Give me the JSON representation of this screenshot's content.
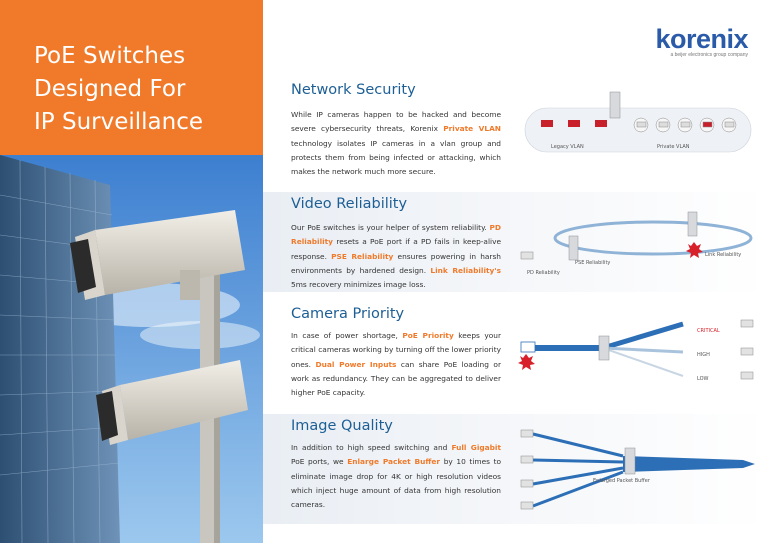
{
  "hero": {
    "line1": "PoE Switches",
    "line2": "Designed For",
    "line3": "IP Surveillance"
  },
  "logo": {
    "word": "korenix",
    "tagline": "a beijer electronics group company"
  },
  "colors": {
    "orange": "#f07a2a",
    "blue": "#1d5f95",
    "logo_blue": "#2a5aa8",
    "alert_red": "#d8202a"
  },
  "sections": [
    {
      "title": "Network Security",
      "body": [
        {
          "t": "While IP cameras happen to be hacked and become severe cybersecurity threats, Korenix "
        },
        {
          "t": "Private VLAN",
          "hl": true
        },
        {
          "t": " technology isolates IP cameras in a vlan group and protects them from being infected or attacking, which makes the network much more secure."
        }
      ],
      "diagram": {
        "legacy_label": "Legacy VLAN",
        "private_label": "Private VLAN"
      }
    },
    {
      "title": "Video Reliability",
      "body": [
        {
          "t": "Our PoE switches is your helper of system reliability. "
        },
        {
          "t": "PD Reliability",
          "hl": true
        },
        {
          "t": " resets a PoE port if a PD fails in keep-alive response. "
        },
        {
          "t": "PSE Reliability",
          "hl": true
        },
        {
          "t": " ensures powering in harsh environments by hardened design. "
        },
        {
          "t": "Link Reliability's",
          "hl": true
        },
        {
          "t": " 5ms recovery minimizes image loss."
        }
      ],
      "diagram": {
        "pd_label": "PD Reliability",
        "pse_label": "PSE Reliability",
        "link_label": "Link Reliability"
      }
    },
    {
      "title": "Camera Priority",
      "body": [
        {
          "t": "In case of power shortage, "
        },
        {
          "t": "PoE Priority",
          "hl": true
        },
        {
          "t": " keeps your critical cameras working by turning off the lower priority ones. "
        },
        {
          "t": "Dual Power Inputs",
          "hl": true
        },
        {
          "t": " can share PoE loading or work as redundancy. They can be aggregated to deliver higher PoE capacity."
        }
      ],
      "diagram": {
        "critical_label": "CRITICAL",
        "high_label": "HIGH",
        "low_label": "LOW"
      }
    },
    {
      "title": "Image Quality",
      "body": [
        {
          "t": "In addition to high speed switching and "
        },
        {
          "t": "Full Gigabit",
          "hl": true
        },
        {
          "t": " PoE ports, we "
        },
        {
          "t": "Enlarge Packet Buffer",
          "hl": true
        },
        {
          "t": " by 10 times to eliminate image drop for 4K or high resolution videos which inject huge amount of data from high resolution cameras."
        }
      ],
      "diagram": {
        "buffer_label": "Enlarged Packet Buffer"
      }
    }
  ]
}
